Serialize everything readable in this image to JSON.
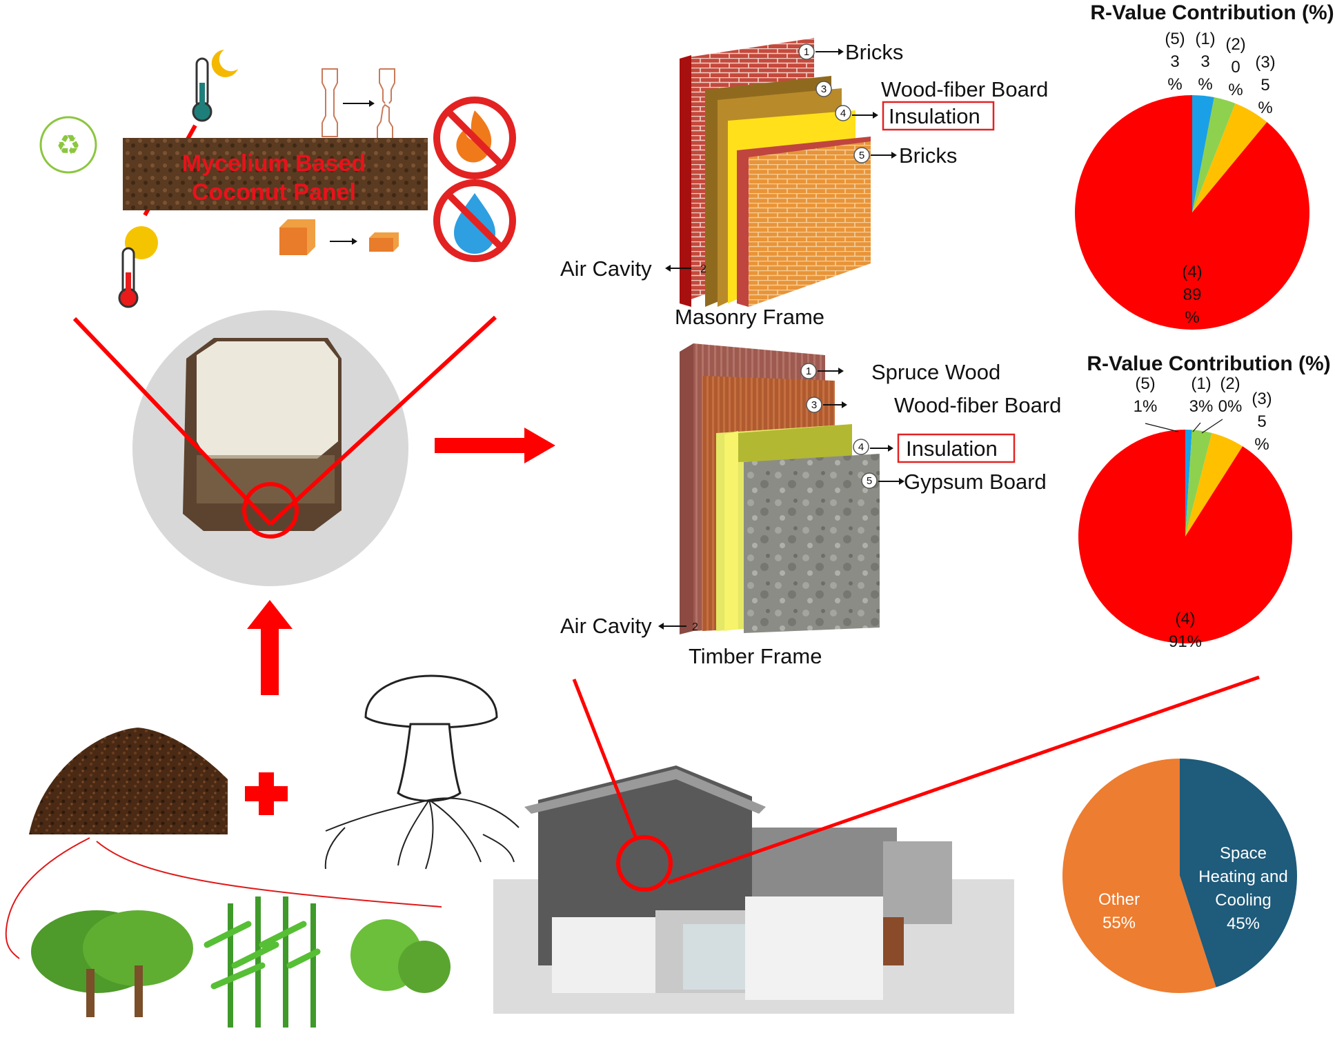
{
  "panel": {
    "line1": "Mycelium Based",
    "line2": "Coconut Panel"
  },
  "masonry": {
    "title": "Masonry Frame",
    "layers": [
      {
        "num": "1",
        "label": "Bricks"
      },
      {
        "num": "2",
        "label": "Air Cavity"
      },
      {
        "num": "3",
        "label": "Wood-fiber Board"
      },
      {
        "num": "4",
        "label": "Insulation"
      },
      {
        "num": "5",
        "label": "Bricks"
      }
    ]
  },
  "timber": {
    "title": "Timber Frame",
    "layers": [
      {
        "num": "1",
        "label": "Spruce Wood"
      },
      {
        "num": "2",
        "label": "Air Cavity"
      },
      {
        "num": "3",
        "label": "Wood-fiber Board"
      },
      {
        "num": "4",
        "label": "Insulation"
      },
      {
        "num": "5",
        "label": "Gypsum Board"
      }
    ]
  },
  "icons": [
    "recycle-icon",
    "night-thermometer-icon",
    "day-thermometer-icon",
    "tensile-specimen-icon",
    "no-fire-icon",
    "no-water-icon",
    "brick-shrink-icon",
    "mushroom-icon",
    "coir-pile-icon",
    "trees-icon",
    "corn-icon",
    "coconut-icon",
    "house-icon",
    "plus-icon",
    "arrow-up-icon",
    "arrow-right-icon"
  ],
  "colors": {
    "accent": "#f20000",
    "blue": "#1aa0e6",
    "green": "#8ed14f",
    "yellow": "#ffc000",
    "orange": "#ed7d31",
    "navy": "#1f5b7a"
  },
  "chart_data": [
    {
      "type": "pie",
      "title": "R-Value Contribution (%)",
      "slices": [
        {
          "name": "(4)",
          "value": 89,
          "label": "89 %",
          "color": "#ff0000"
        },
        {
          "name": "(5)",
          "value": 3,
          "label": "3 %",
          "color": "#1aa0e6"
        },
        {
          "name": "(1)",
          "value": 3,
          "label": "3 %",
          "color": "#8ed14f"
        },
        {
          "name": "(2)",
          "value": 0,
          "label": "0 %",
          "color": "#a5a5a5"
        },
        {
          "name": "(3)",
          "value": 5,
          "label": "5 %",
          "color": "#ffc000"
        }
      ]
    },
    {
      "type": "pie",
      "title": "R-Value Contribution (%)",
      "slices": [
        {
          "name": "(4)",
          "value": 91,
          "label": "91%",
          "color": "#ff0000"
        },
        {
          "name": "(5)",
          "value": 1,
          "label": "1%",
          "color": "#1aa0e6"
        },
        {
          "name": "(1)",
          "value": 3,
          "label": "3%",
          "color": "#8ed14f"
        },
        {
          "name": "(2)",
          "value": 0,
          "label": "0%",
          "color": "#a5a5a5"
        },
        {
          "name": "(3)",
          "value": 5,
          "label": "5 %",
          "color": "#ffc000"
        }
      ]
    },
    {
      "type": "pie",
      "title": "",
      "slices": [
        {
          "name": "Space Heating and Cooling",
          "value": 45,
          "label": "45%",
          "color": "#1f5b7a"
        },
        {
          "name": "Other",
          "value": 55,
          "label": "55%",
          "color": "#ed7d31"
        }
      ]
    }
  ]
}
